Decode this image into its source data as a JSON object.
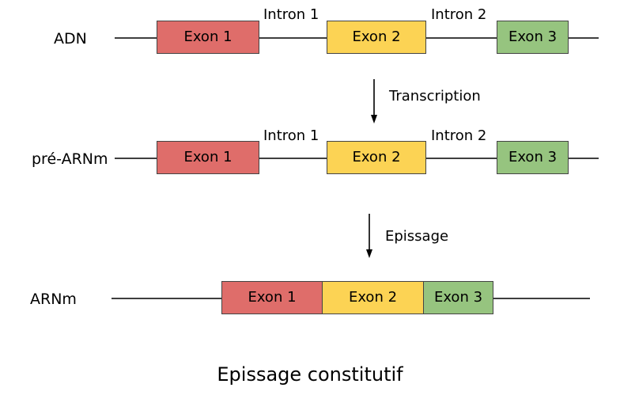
{
  "diagram": {
    "title": "Epissage constitutif",
    "colors": {
      "exon1": "#df6d6a",
      "exon2": "#fcd354",
      "exon3": "#96c47f",
      "box_border": "#444444",
      "strand": "#3f3f3f",
      "text": "#000000",
      "background": "#ffffff"
    },
    "rows": [
      {
        "id": "adn",
        "label": "ADN",
        "exons": [
          {
            "label": "Exon 1",
            "color_key": "exon1"
          },
          {
            "label": "Exon 2",
            "color_key": "exon2"
          },
          {
            "label": "Exon 3",
            "color_key": "exon3"
          }
        ],
        "introns": [
          {
            "label": "Intron 1"
          },
          {
            "label": "Intron 2"
          }
        ]
      },
      {
        "id": "pre-arnm",
        "label": "pré-ARNm",
        "exons": [
          {
            "label": "Exon 1",
            "color_key": "exon1"
          },
          {
            "label": "Exon 2",
            "color_key": "exon2"
          },
          {
            "label": "Exon 3",
            "color_key": "exon3"
          }
        ],
        "introns": [
          {
            "label": "Intron 1"
          },
          {
            "label": "Intron 2"
          }
        ]
      },
      {
        "id": "arnm",
        "label": "ARNm",
        "exons": [
          {
            "label": "Exon 1",
            "color_key": "exon1"
          },
          {
            "label": "Exon 2",
            "color_key": "exon2"
          },
          {
            "label": "Exon 3",
            "color_key": "exon3"
          }
        ],
        "introns": []
      }
    ],
    "steps": [
      {
        "id": "transcription",
        "label": "Transcription"
      },
      {
        "id": "epissage",
        "label": "Epissage"
      }
    ]
  }
}
